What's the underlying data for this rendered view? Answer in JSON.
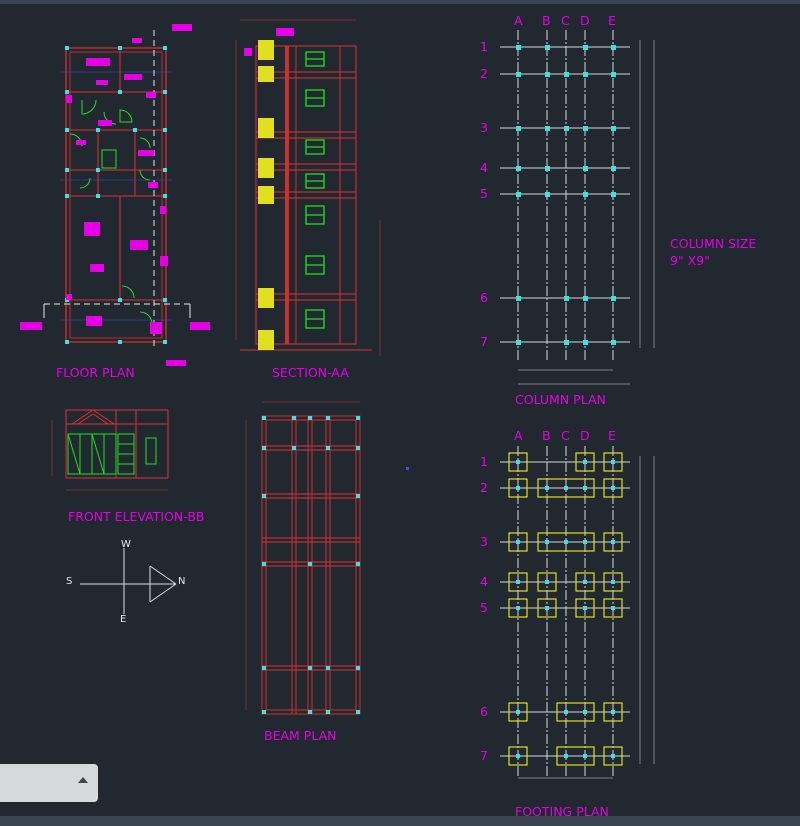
{
  "drawings": {
    "floor_plan": "FLOOR PLAN",
    "section_aa": "SECTION-AA",
    "front_elevation": "FRONT ELEVATION-BB",
    "beam_plan": "BEAM PLAN",
    "column_plan": "COLUMN PLAN",
    "footing_plan": "FOOTING PLAN",
    "column_size_line1": "COLUMN SIZE",
    "column_size_line2": "9\" X9\""
  },
  "grid": {
    "columns": [
      "A",
      "B",
      "C",
      "D",
      "E"
    ],
    "rows": [
      "1",
      "2",
      "3",
      "4",
      "5",
      "6",
      "7"
    ]
  },
  "compass": {
    "north": "N",
    "south": "S",
    "east": "E",
    "west": "W"
  },
  "colors": {
    "background": "#212830",
    "text": "#e600e6",
    "walls": "#e03030",
    "columns": "#40e0e0",
    "doors": "#20e020",
    "footings": "#e0e020",
    "lines": "#d8d8d8"
  }
}
